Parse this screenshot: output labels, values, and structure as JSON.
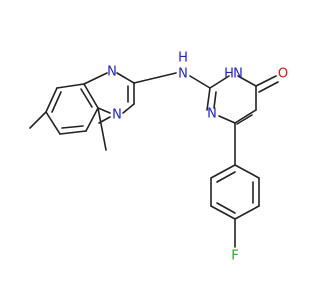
{
  "molecule": {
    "atoms": {
      "n_q1": {
        "label": "N",
        "color": "#1f1fd6"
      },
      "n_q3": {
        "label": "N",
        "color": "#1f1fd6"
      },
      "n_link": {
        "label": "N",
        "color": "#1f1fd6"
      },
      "h_link": {
        "label": "H",
        "color": "#1f1fd6"
      },
      "n_p3": {
        "label": "N",
        "color": "#1f1fd6"
      },
      "h_p3": {
        "label": "H",
        "color": "#1f1fd6"
      },
      "n_p1": {
        "label": "N",
        "color": "#1f1fd6"
      },
      "o_carbonyl": {
        "label": "O",
        "color": "#e01010"
      },
      "f_aryl": {
        "label": "F",
        "color": "#2da52d"
      }
    },
    "bond_color": "#222222"
  }
}
